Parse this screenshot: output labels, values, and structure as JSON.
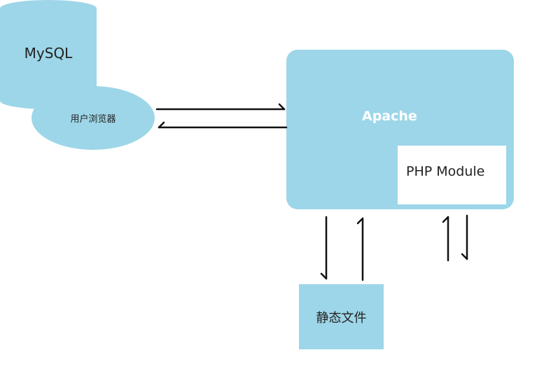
{
  "nodes": {
    "browser": "用户浏览器",
    "apache": "Apache",
    "php_module": "PHP Module",
    "static_files": "静态文件",
    "mysql": "MySQL"
  },
  "colors": {
    "node_fill": "#9dd6e8",
    "arrow": "#111111",
    "apache_text": "#ffffff"
  }
}
